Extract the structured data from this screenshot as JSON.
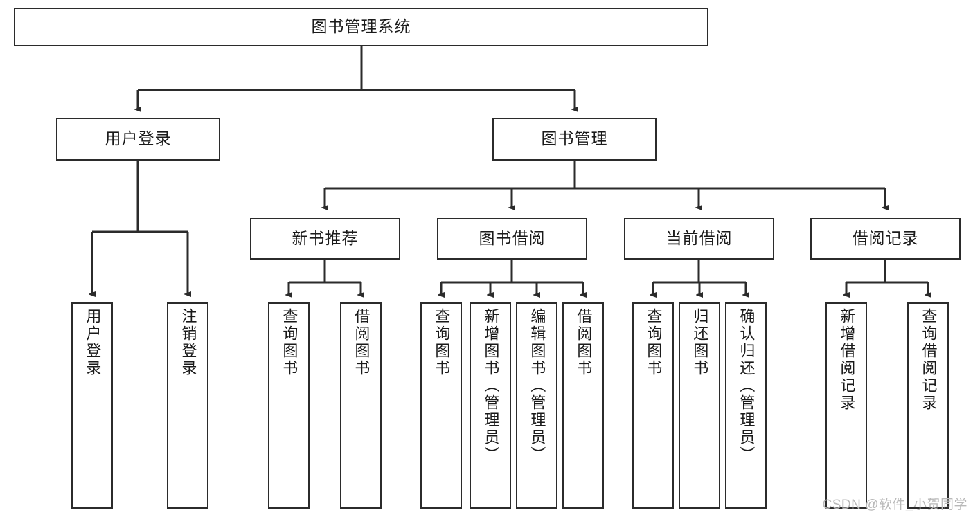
{
  "diagram": {
    "title": "图书管理系统",
    "type": "hierarchy-tree",
    "edge_color": "#2b2b2b",
    "box_border_color": "#2b2b2b",
    "background_color": "#ffffff",
    "watermark": "CSDN @软件_小贺同学",
    "nodes": {
      "root": {
        "label": "图书管理系统"
      },
      "level1": [
        {
          "label": "用户登录"
        },
        {
          "label": "图书管理"
        }
      ],
      "level2": [
        {
          "label": "新书推荐"
        },
        {
          "label": "图书借阅"
        },
        {
          "label": "当前借阅"
        },
        {
          "label": "借阅记录"
        }
      ],
      "leaves_user_login": [
        {
          "label": "用户登录"
        },
        {
          "label": "注销登录"
        }
      ],
      "leaves_new_books": [
        {
          "label": "查询图书"
        },
        {
          "label": "借阅图书"
        }
      ],
      "leaves_borrow": [
        {
          "label": "查询图书"
        },
        {
          "label": "新增图书（管理员）"
        },
        {
          "label": "编辑图书（管理员）"
        },
        {
          "label": "借阅图书"
        }
      ],
      "leaves_current": [
        {
          "label": "查询图书"
        },
        {
          "label": "归还图书"
        },
        {
          "label": "确认归还（管理员）"
        }
      ],
      "leaves_records": [
        {
          "label": "新增借阅记录"
        },
        {
          "label": "查询借阅记录"
        }
      ]
    }
  }
}
